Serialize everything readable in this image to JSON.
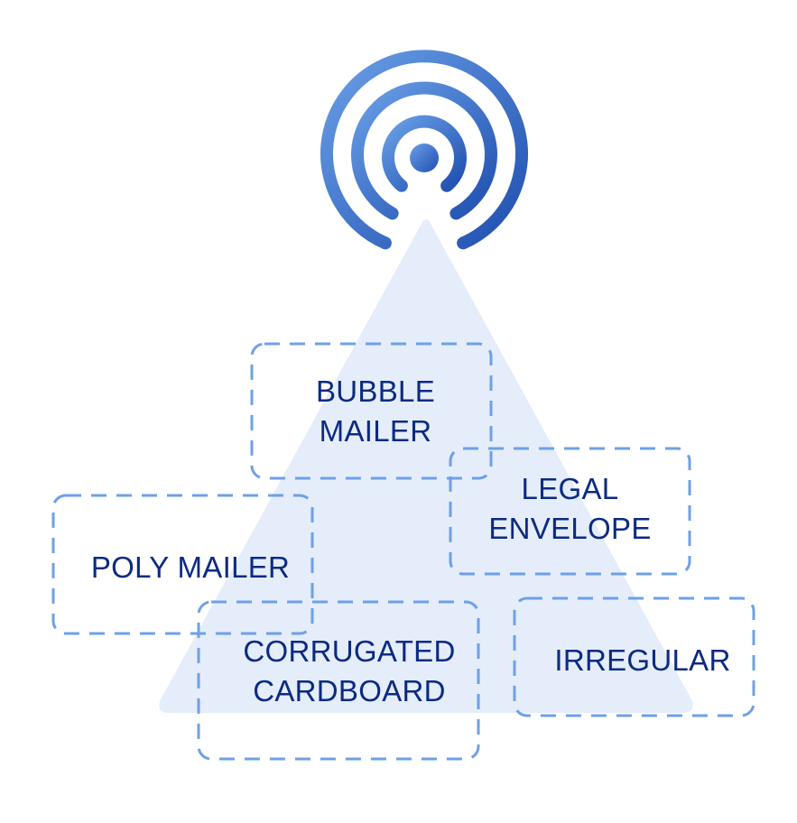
{
  "colors": {
    "beam_fill": "#e4edf9",
    "signal_gradient_start": "#6a9fe6",
    "signal_gradient_end": "#1f4fb0",
    "box_border": "#6ea0e6",
    "label_text": "#0b2a82"
  },
  "icon": "radio-signal-broadcast-icon",
  "packages": [
    {
      "id": "bubble-mailer",
      "lines": [
        "BUBBLE",
        "MAILER"
      ]
    },
    {
      "id": "legal-envelope",
      "lines": [
        "LEGAL",
        "ENVELOPE"
      ]
    },
    {
      "id": "poly-mailer",
      "lines": [
        "POLY MAILER"
      ]
    },
    {
      "id": "corrugated-cardboard",
      "lines": [
        "CORRUGATED",
        "CARDBOARD"
      ]
    },
    {
      "id": "irregular",
      "lines": [
        "IRREGULAR"
      ]
    }
  ]
}
